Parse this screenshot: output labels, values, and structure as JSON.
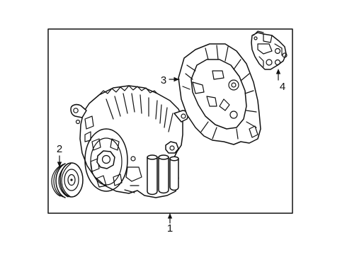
{
  "callouts": [
    {
      "id": "1",
      "label": "1",
      "part": "alternator-assembly"
    },
    {
      "id": "2",
      "label": "2",
      "part": "pulley"
    },
    {
      "id": "3",
      "label": "3",
      "part": "rear-cover"
    },
    {
      "id": "4",
      "label": "4",
      "part": "voltage-regulator"
    }
  ]
}
